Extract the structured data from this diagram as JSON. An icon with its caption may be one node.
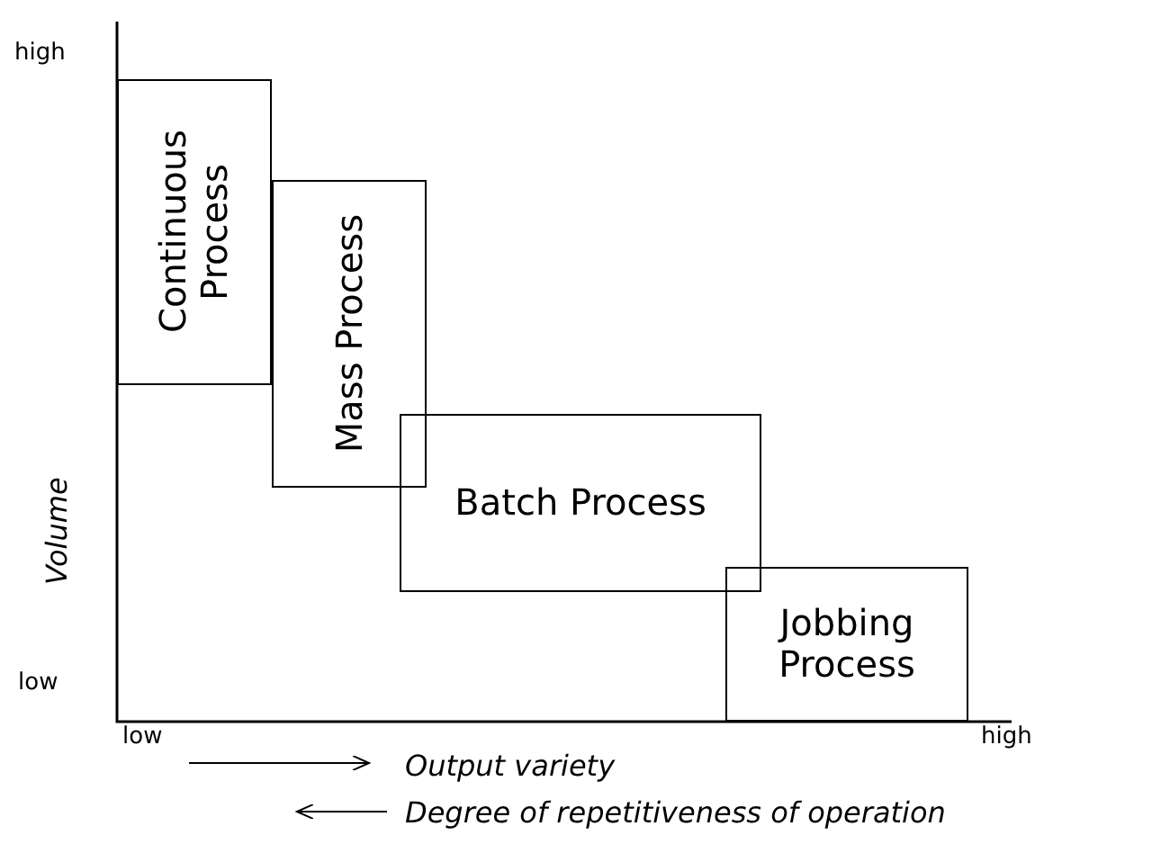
{
  "diagram": {
    "nodes": [
      {
        "text": [
          "Continuous Process"
        ]
      },
      {
        "text": [
          "Mass Process"
        ]
      },
      {
        "text": [
          "Batch Process"
        ]
      },
      {
        "text": [
          "Jobbing Process"
        ]
      }
    ],
    "labels": [
      "high",
      "Volume",
      "low",
      "low",
      "high",
      "Output variety",
      "Degree of repetitiveness of operation"
    ]
  }
}
